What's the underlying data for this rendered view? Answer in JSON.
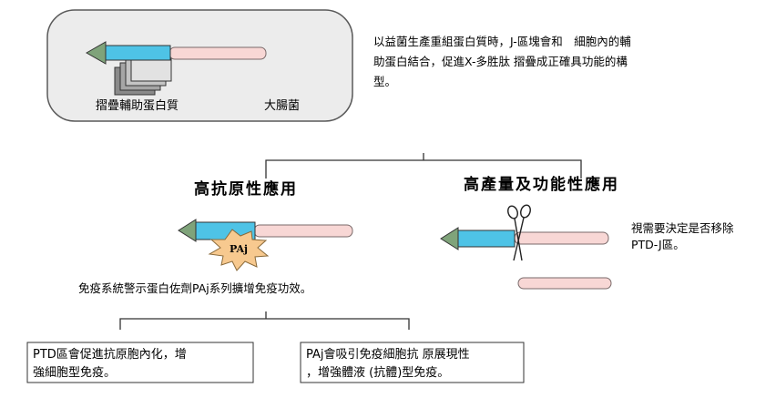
{
  "top_panel": {
    "folding_label": "摺疊輔助蛋白質",
    "host_label": "大腸菌"
  },
  "description_lines": [
    "以益菌生產重組蛋白質時，J-區塊會和　細胞內的輔",
    "助蛋白結合，促進X-多胜肽 摺疊成正確具功能的構",
    "型。"
  ],
  "left_branch": {
    "title": "高抗原性應用",
    "burst_label": "PAj",
    "caption": "免疫系統警示蛋白佐劑PAj系列擴增免疫功效。"
  },
  "right_branch": {
    "title": "高產量及功能性應用",
    "note_lines": [
      "視需要決定是否移除",
      "PTD-J區。"
    ]
  },
  "boxes": {
    "left_lines": [
      "PTD區會促進抗原胞內化，增",
      "強細胞型免疫。"
    ],
    "right_lines": [
      "PAj會吸引免疫細胞抗 原展現性",
      "，增強體液 (抗體)型免疫。"
    ]
  },
  "colors": {
    "arrow_head": "#7fa37a",
    "blue_segment": "#4ec3e6",
    "pink_segment": "#f8d7d5",
    "burst": "#f7c98f",
    "panel": "#ececec"
  }
}
